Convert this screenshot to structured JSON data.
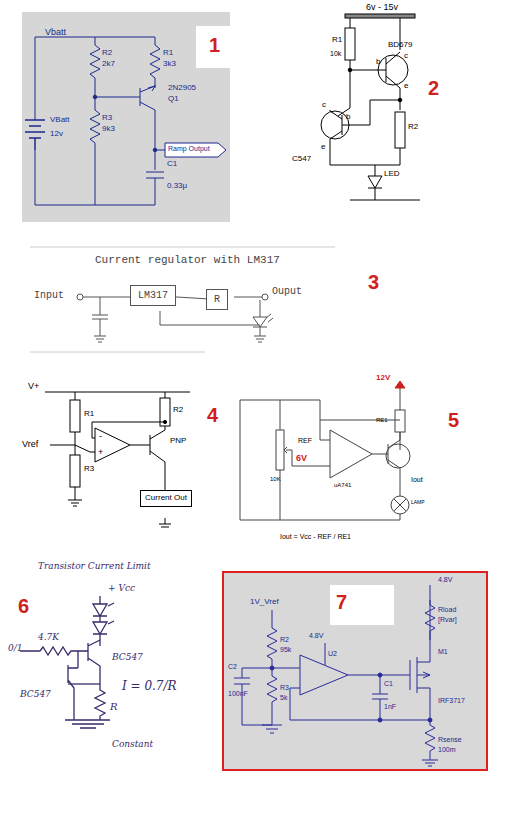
{
  "diagram": {
    "nodes": [
      {
        "text": [
          "Ramp Output"
        ]
      },
      {
        "text": [
          "LM317"
        ]
      },
      {
        "text": [
          "R"
        ]
      },
      {
        "text": [
          "Current Out"
        ]
      }
    ],
    "edges": [
      {
        "from": 1,
        "to": 2,
        "arrow": "none"
      }
    ],
    "labels": [
      "Vbatt",
      "R2",
      "2k7",
      "R1",
      "3k3",
      "2N2905",
      "Q1",
      "VBatt",
      "12v",
      "R3",
      "9k3",
      "C1",
      "0.33µ",
      "1",
      "6v - 15v",
      "R1",
      "10k",
      "BD679",
      "c",
      "b",
      "e",
      "c",
      "b",
      "e",
      "C547",
      "R2",
      "LED",
      "2",
      "Current regulator with LM317",
      "Input",
      "Ouput",
      "3",
      "V+",
      "R1",
      "R2",
      "Vref",
      "R3",
      "-",
      "+",
      "PNP",
      "4",
      "12V",
      "RE1",
      "REF",
      "10K",
      "6V",
      "uA741",
      "Iout",
      "LAMP",
      "Iout = Vcc - REF / RE1",
      "5",
      "Transistor Current Limit",
      "+ Vcc",
      "6",
      "4.7K",
      "0/1",
      "BC547",
      "BC547",
      "R",
      "I = 0.7/R",
      "Constant",
      "1V_Vref",
      "R2",
      "95k",
      "C2",
      "100nF",
      "R3",
      "5k",
      "4.8V",
      "U2",
      "C1",
      "1nF",
      "4.8V",
      "Rload",
      "[Rvar]",
      "M1",
      "IRF3717",
      "Rsense",
      "100m",
      "7"
    ]
  }
}
